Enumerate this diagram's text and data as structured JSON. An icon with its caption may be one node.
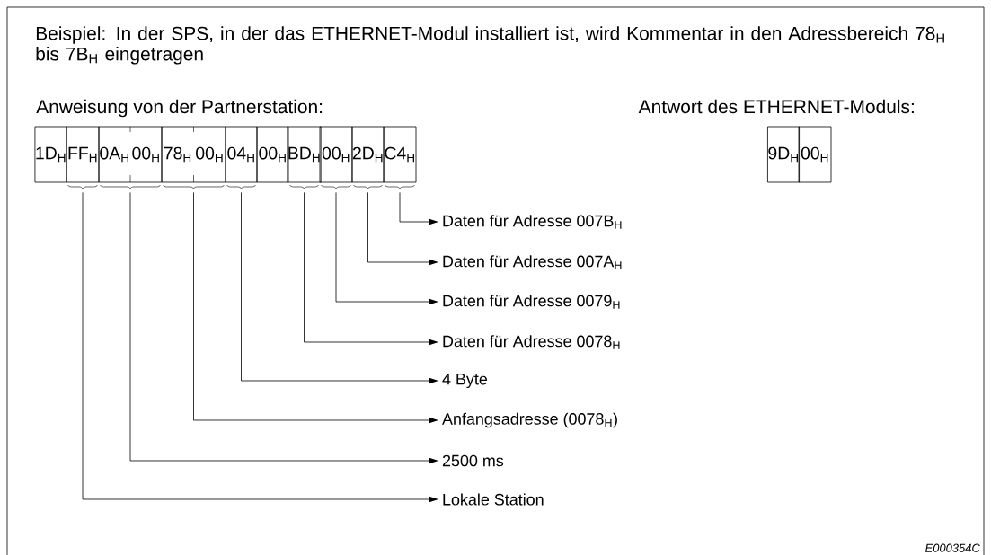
{
  "diagram": {
    "title": "Beispiel: In der SPS, in der das ETHERNET-Modul installiert ist, wird Kommentar in den Adressbereich 78$_{H}$ bis 7B$_{H}$ eingetragen",
    "nodes": [
      {
        "text": [
          "1D$_{H}$"
        ]
      },
      {
        "text": [
          "FF$_{H}$"
        ]
      },
      {
        "text": [
          "0A$_{H}$",
          "00$_{H}$"
        ]
      },
      {
        "text": [
          "78$_{H}$",
          "00$_{H}$"
        ]
      },
      {
        "text": [
          "04$_{H}$"
        ]
      },
      {
        "text": [
          "00$_{H}$"
        ]
      },
      {
        "text": [
          "BD$_{H}$"
        ]
      },
      {
        "text": [
          "00$_{H}$"
        ]
      },
      {
        "text": [
          "2D$_{H}$"
        ]
      },
      {
        "text": [
          "C4$_{H}$"
        ]
      },
      {
        "text": [
          "9D$_{H}$"
        ]
      },
      {
        "text": [
          "00$_{H}$"
        ]
      },
      {
        "text": [
          "Daten für Adresse 007B$_{H}$"
        ]
      },
      {
        "text": [
          "Daten für Adresse 007A$_{H}$"
        ]
      },
      {
        "text": [
          "Daten für Adresse 0079$_{H}$"
        ]
      },
      {
        "text": [
          "Daten für Adresse 0078$_{H}$"
        ]
      },
      {
        "text": [
          "4 Byte"
        ]
      },
      {
        "text": [
          "Anfangsadresse (0078$_{H}$)"
        ]
      },
      {
        "text": [
          "2500 ms"
        ]
      },
      {
        "text": [
          "Lokale Station"
        ]
      }
    ],
    "edges": [
      {
        "from": 9,
        "to": 12,
        "arrow": "to"
      },
      {
        "from": 8,
        "to": 13,
        "arrow": "to"
      },
      {
        "from": 7,
        "to": 14,
        "arrow": "to"
      },
      {
        "from": 6,
        "to": 15,
        "arrow": "to"
      },
      {
        "from": 4,
        "to": 16,
        "arrow": "to"
      },
      {
        "from": 3,
        "to": 17,
        "arrow": "to"
      },
      {
        "from": 2,
        "to": 18,
        "arrow": "to"
      },
      {
        "from": 1,
        "to": 19,
        "arrow": "to"
      }
    ],
    "labels": [
      "Anweisung von der Partnerstation:",
      "Antwort des ETHERNET-Moduls:",
      "E000354C"
    ]
  }
}
